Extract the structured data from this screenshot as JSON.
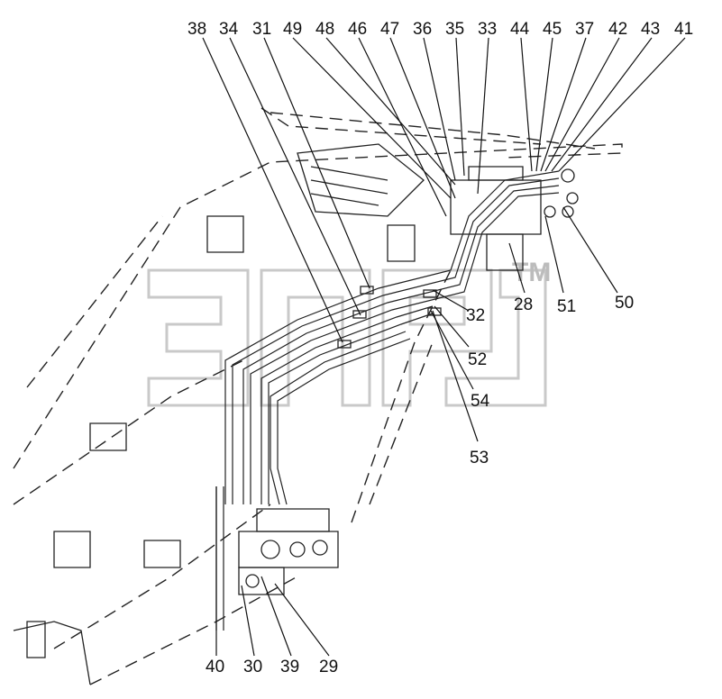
{
  "diagram": {
    "watermark": "ЭПАВ",
    "trademark": "TM",
    "top_callouts": [
      "38",
      "34",
      "31",
      "49",
      "48",
      "46",
      "47",
      "36",
      "35",
      "33",
      "44",
      "45",
      "37",
      "42",
      "43",
      "41"
    ],
    "right_callouts": [
      "32",
      "28",
      "51",
      "50",
      "52",
      "54",
      "53"
    ],
    "bottom_callouts": [
      "40",
      "30",
      "39",
      "29"
    ]
  }
}
